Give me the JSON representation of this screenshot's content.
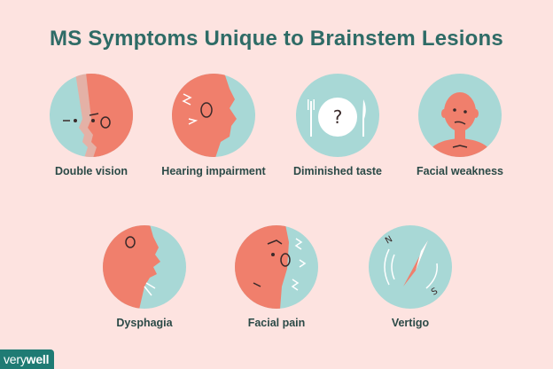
{
  "title": "MS Symptoms Unique to Brainstem Lesions",
  "colors": {
    "background": "#fde3e0",
    "circle": "#a8d8d6",
    "skin": "#f07f6c",
    "title": "#2e6b66",
    "logo_bg": "#1f7b74"
  },
  "symptoms": [
    {
      "label": "Double vision",
      "icon": "double-vision-icon"
    },
    {
      "label": "Hearing impairment",
      "icon": "hearing-impairment-icon"
    },
    {
      "label": "Diminished taste",
      "icon": "plate-fork-knife-icon"
    },
    {
      "label": "Facial weakness",
      "icon": "facial-weakness-icon"
    },
    {
      "label": "Dysphagia",
      "icon": "dysphagia-icon"
    },
    {
      "label": "Facial pain",
      "icon": "facial-pain-icon"
    },
    {
      "label": "Vertigo",
      "icon": "compass-icon"
    }
  ],
  "logo": {
    "part1": "very",
    "part2": "well"
  }
}
